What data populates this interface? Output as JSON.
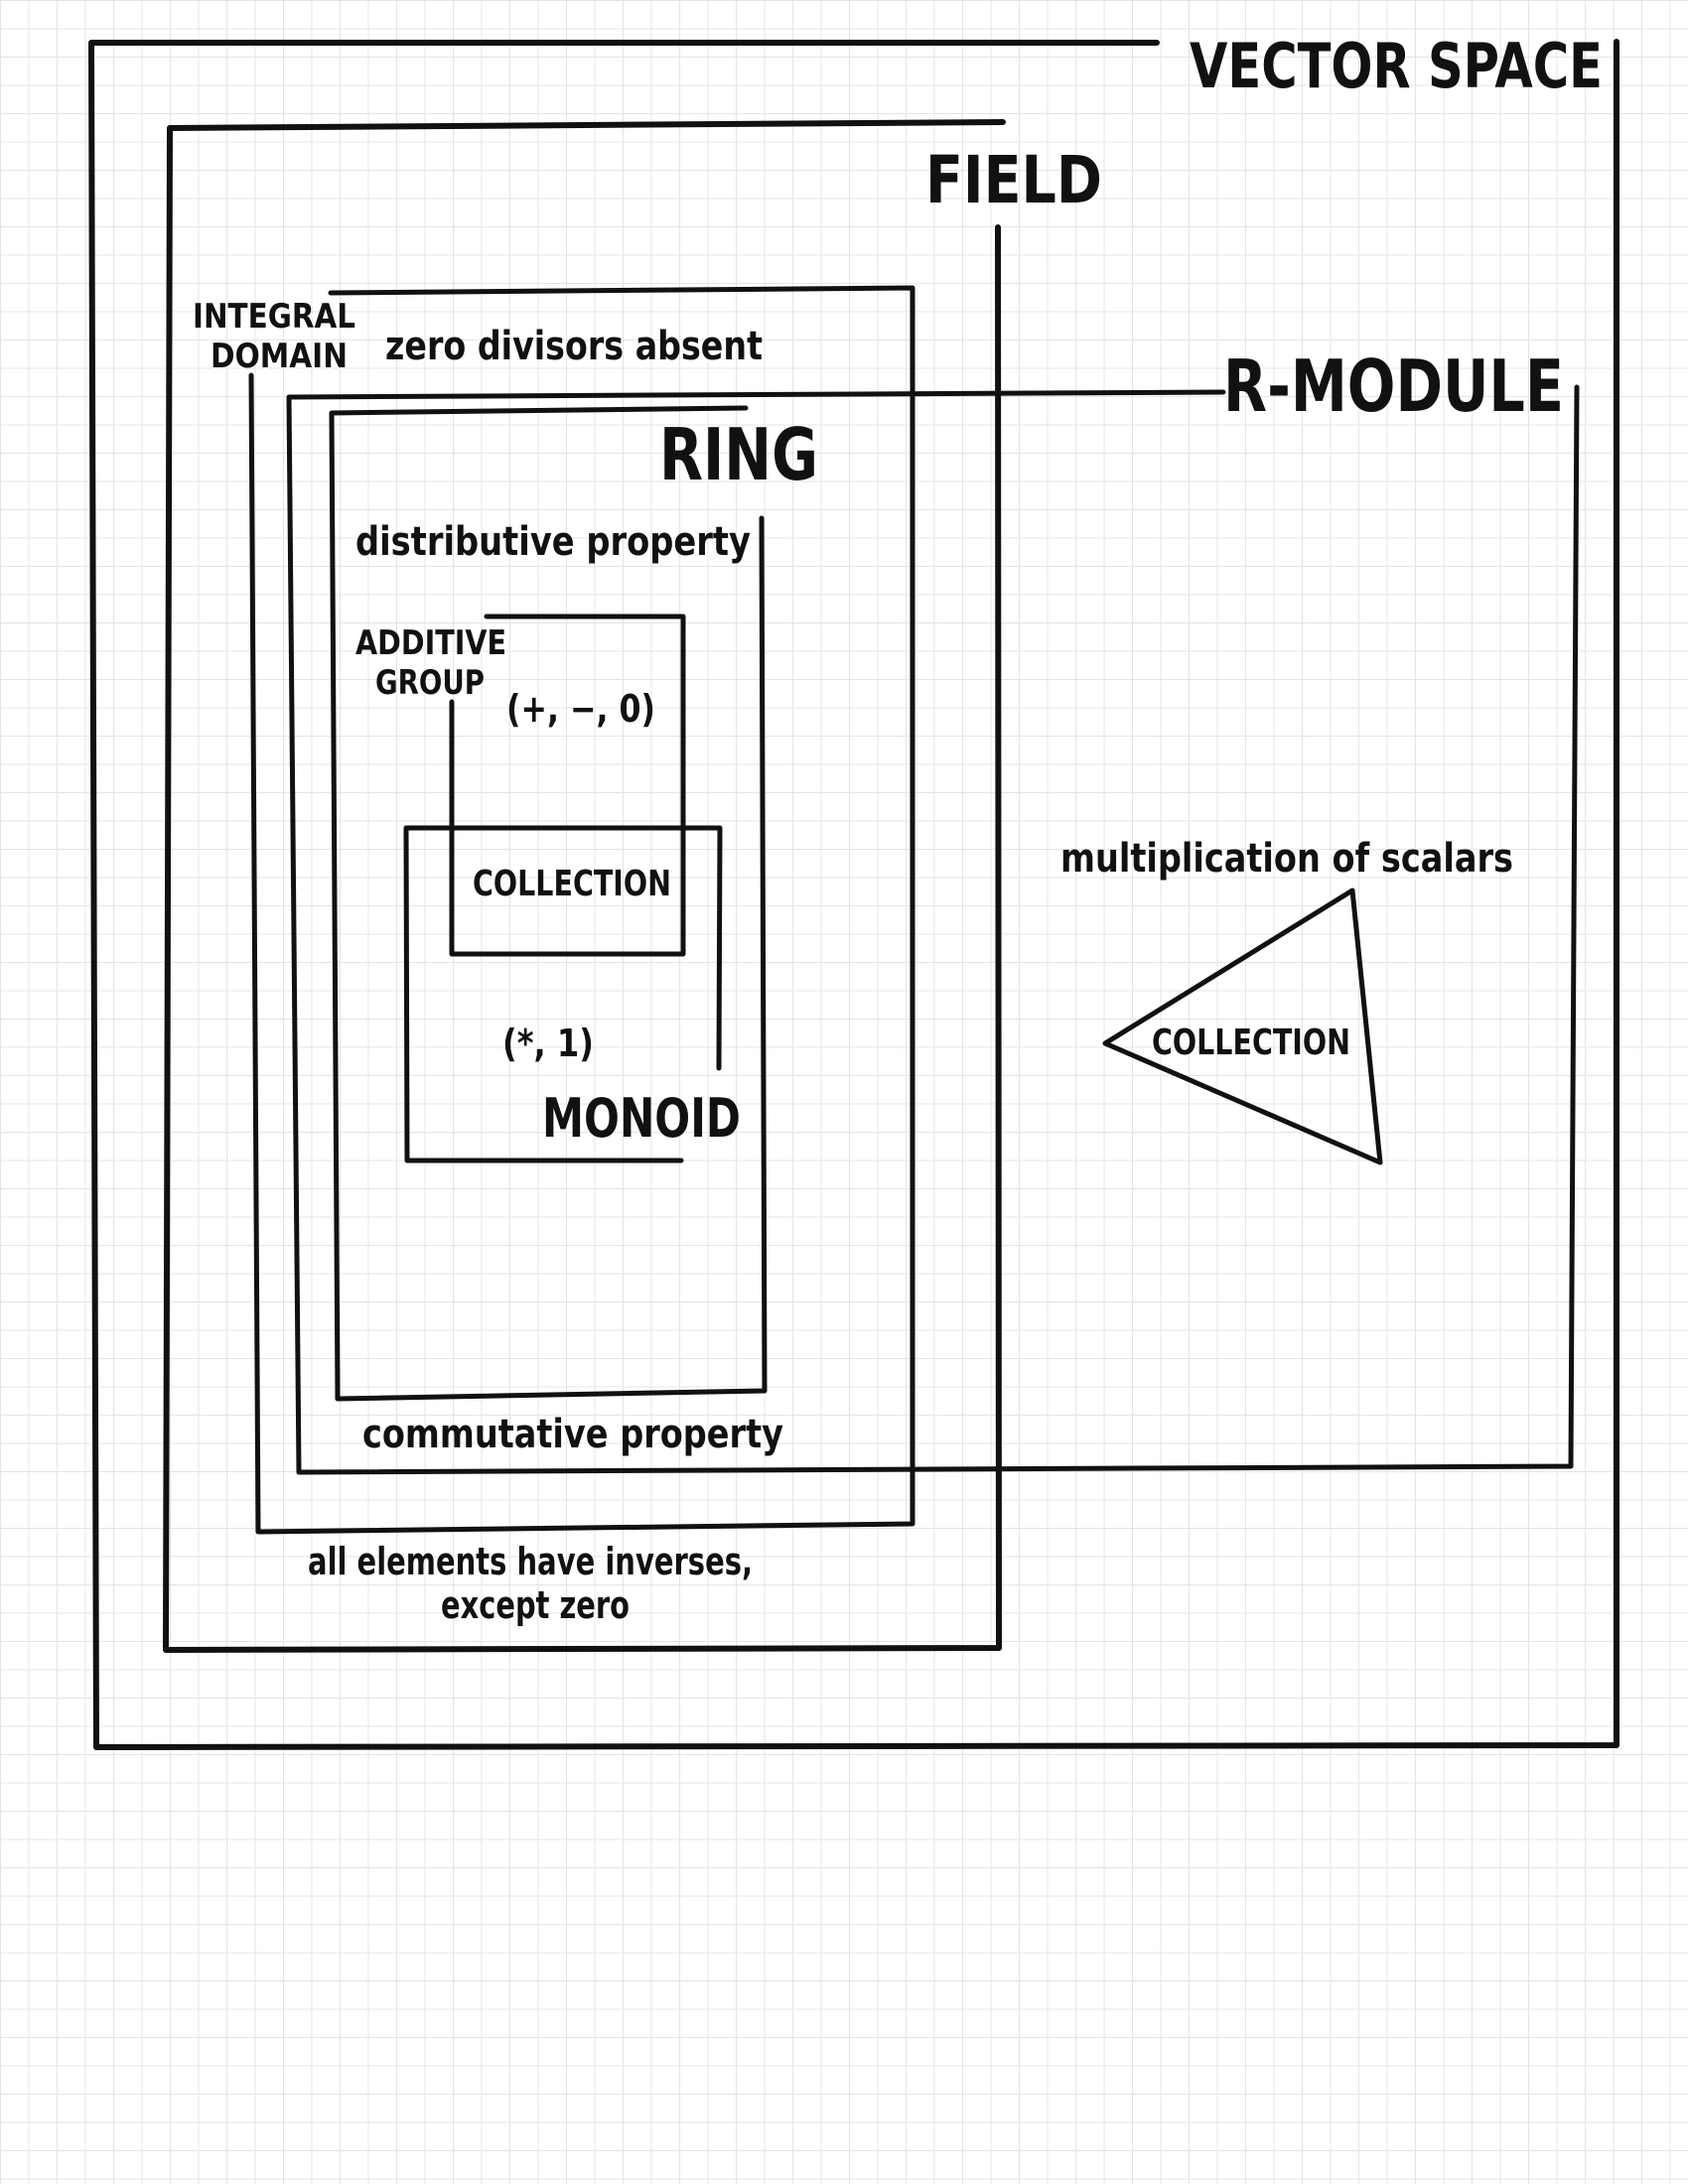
{
  "labels": {
    "vector_space": "VECTOR SPACE",
    "field": "FIELD",
    "integral_domain_line1": "INTEGRAL",
    "integral_domain_line2": "DOMAIN",
    "zero_divisors": "zero divisors absent",
    "r_module": "R-MODULE",
    "ring": "RING",
    "distributive": "distributive property",
    "additive_group_line1": "ADDITIVE",
    "additive_group_line2": "GROUP",
    "additive_ops": "(+, −, 0)",
    "collection_inner": "COLLECTION",
    "monoid_ops": "(*, 1)",
    "monoid": "MONOID",
    "commutative": "commutative property",
    "inverses_line1": "all elements have inverses,",
    "inverses_line2": "except zero",
    "scalars": "multiplication of scalars",
    "collection_triangle": "COLLECTION"
  },
  "colors": {
    "ink": "#111111",
    "grid": "#e4e4e4",
    "paper": "#ffffff"
  }
}
